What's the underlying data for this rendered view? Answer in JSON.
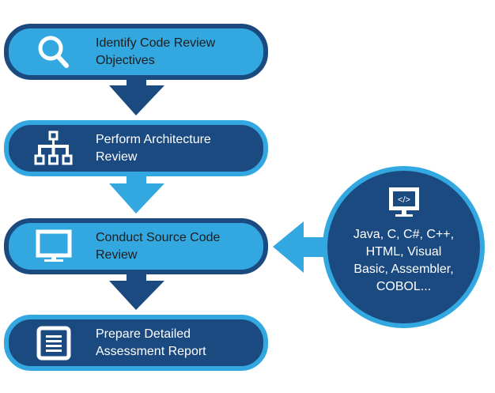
{
  "steps": [
    {
      "icon": "magnifier-icon",
      "lines": [
        "Identify Code Review",
        "Objectives"
      ]
    },
    {
      "icon": "hierarchy-icon",
      "lines": [
        "Perform Architecture",
        "Review"
      ]
    },
    {
      "icon": "monitor-icon",
      "lines": [
        "Conduct Source Code",
        "Review"
      ]
    },
    {
      "icon": "document-icon",
      "lines": [
        "Prepare Detailed",
        "Assessment Report"
      ]
    }
  ],
  "languages_bubble": {
    "icon": "code-monitor-icon",
    "code_glyph": "</>",
    "lines": [
      "Java, C, C#, C++,",
      "HTML, Visual",
      "Basic, Assembler,",
      "COBOL..."
    ]
  },
  "colors": {
    "light_blue": "#33a8e0",
    "dark_blue": "#1a4a80",
    "text_dark": "#1d1d1d",
    "text_light": "#ffffff"
  }
}
